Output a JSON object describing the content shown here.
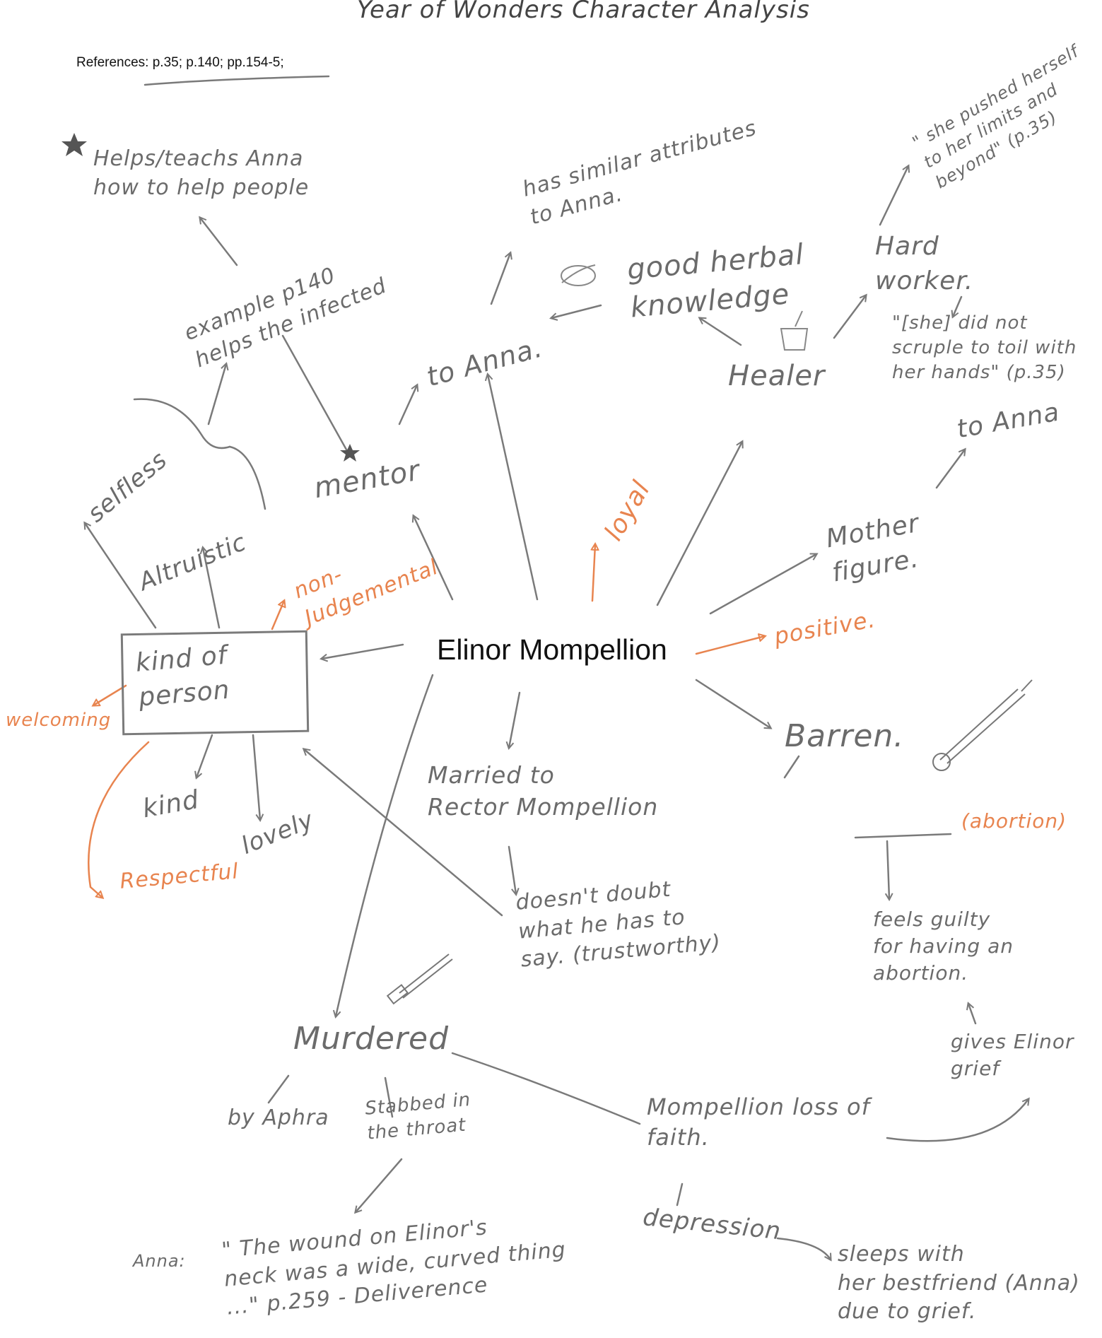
{
  "title": "Year of Wonders Character Analysis",
  "references": "References: p.35; p.140; pp.154-5;",
  "center": "Elinor Mompellion",
  "nodes": {
    "helps_teachs": "Helps/teachs Anna\nhow to help people",
    "example": "example p140\nhelps the infected",
    "has_similar": "has similar attributes\nto Anna.",
    "to_anna_1": "to Anna.",
    "good_herbal": "good herbal\nknowledge",
    "quote_pushed": "\" she pushed herself\nto her limits and\nbeyond\" (p.35)",
    "hard_worker": "Hard\nworker.",
    "quote_toil": "\"[she] did not\nscruple to toil with\nher hands\" (p.35)",
    "healer": "Healer",
    "to_anna_2": "to Anna",
    "selfless": "selfless",
    "altruistic": "Altruistic",
    "mentor": "mentor",
    "loyal": "loyal",
    "non_judgemental": "non-\nJudgemental",
    "mother_figure": "Mother\nfigure.",
    "kind_of_person": "kind of\nperson",
    "positive": "positive.",
    "welcoming": "welcoming",
    "barren": "Barren.",
    "kind": "kind",
    "lovely": "lovely",
    "respectful": "Respectful",
    "married": "Married to\nRector Mompellion",
    "abortion": "(abortion)",
    "doesnt_doubt": "doesn't doubt\nwhat he has to\nsay. (trustworthy)",
    "feels_guilty": "feels guilty\nfor having an\nabortion.",
    "gives_grief": "gives Elinor\ngrief",
    "murdered": "Murdered",
    "by_aphra": "by Aphra",
    "stabbed": "Stabbed in\nthe throat",
    "loss_of_faith": "Mompellion loss of\nfaith.",
    "quote_wound_prefix": "Anna:",
    "quote_wound": "\" The wound on Elinor's\nneck was a wide, curved thing\n...\" p.259 - Deliverence",
    "depression": "depression",
    "sleeps_with": "sleeps with\nher bestfriend (Anna)\ndue to grief."
  },
  "colors": {
    "ink": "#6b6b6b",
    "accent": "#e8844f",
    "text": "#111111"
  },
  "icons": [
    "star-icon",
    "star-icon",
    "herb-bowl-icon",
    "mortar-icon",
    "syringe-icon",
    "knife-icon"
  ]
}
